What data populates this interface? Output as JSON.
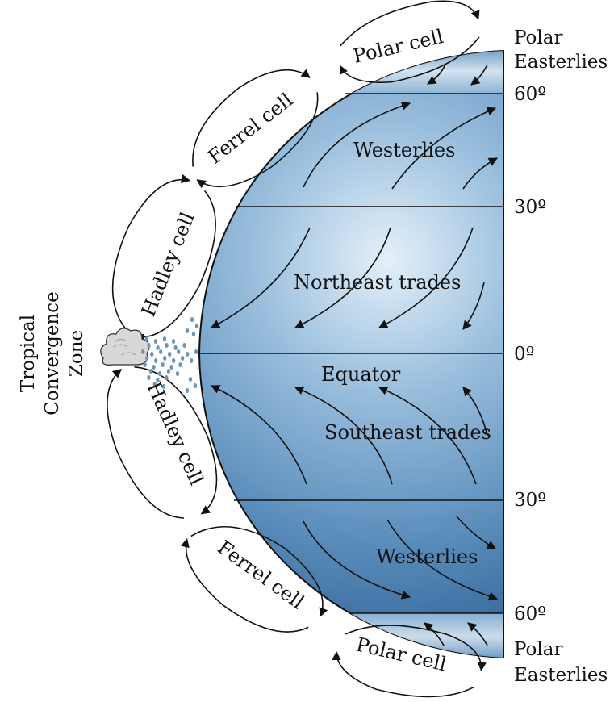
{
  "diagram": {
    "right_labels": {
      "polar_easterlies_top_1": "Polar",
      "polar_easterlies_top_2": "Easterlies",
      "lat_60_n": "60º",
      "lat_30_n": "30º",
      "lat_0": "0º",
      "lat_30_s": "30º",
      "lat_60_s": "60º",
      "polar_easterlies_bottom_1": "Polar",
      "polar_easterlies_bottom_2": "Easterlies"
    },
    "globe_labels": {
      "westerlies_north": "Westerlies",
      "northeast_trades": "Northeast trades",
      "equator": "Equator",
      "southeast_trades": "Southeast trades",
      "westerlies_south": "Westerlies"
    },
    "cells": {
      "polar_north": "Polar cell",
      "ferrel_north": "Ferrel cell",
      "hadley_north": "Hadley cell",
      "hadley_south": "Hadley cell",
      "ferrel_south": "Ferrel cell",
      "polar_south": "Polar cell"
    },
    "tcz": {
      "line1": "Tropical",
      "line2": "Convergence",
      "line3": "Zone"
    },
    "colors": {
      "globe_light": "#dbeaf6",
      "globe_mid": "#6f9fc6",
      "globe_dark": "#3f74a5",
      "line": "#111111",
      "rain": "#6e94b8"
    }
  }
}
